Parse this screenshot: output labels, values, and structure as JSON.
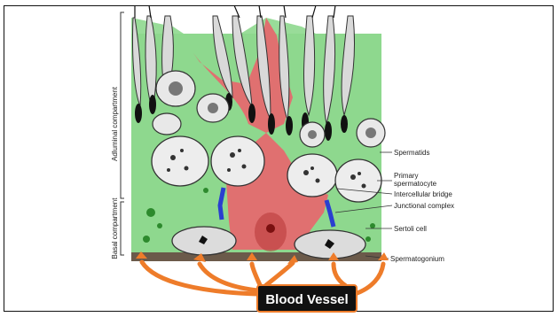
{
  "figure": {
    "side_labels": {
      "adluminal": "Adluminal compartment",
      "basal": "Basal compartment"
    },
    "labels": {
      "spermatids": "Spermatids",
      "primary_spermatocyte_line1": "Primary",
      "primary_spermatocyte_line2": "spermatocyte",
      "intercellular_bridge": "Intercellular bridge",
      "junctional_complex": "Junctional complex",
      "sertoli_cell": "Sertoli cell",
      "spermatogonium": "Spermatogonium"
    },
    "callout": {
      "text": "Blood Vessel",
      "box_color": "#111111",
      "arrow_color": "#ee7c2a"
    },
    "colors": {
      "sertoli_cell_red": "#e07070",
      "cytoplasm_green": "#8ed88e",
      "junction_blue": "#2a3fd0"
    }
  }
}
